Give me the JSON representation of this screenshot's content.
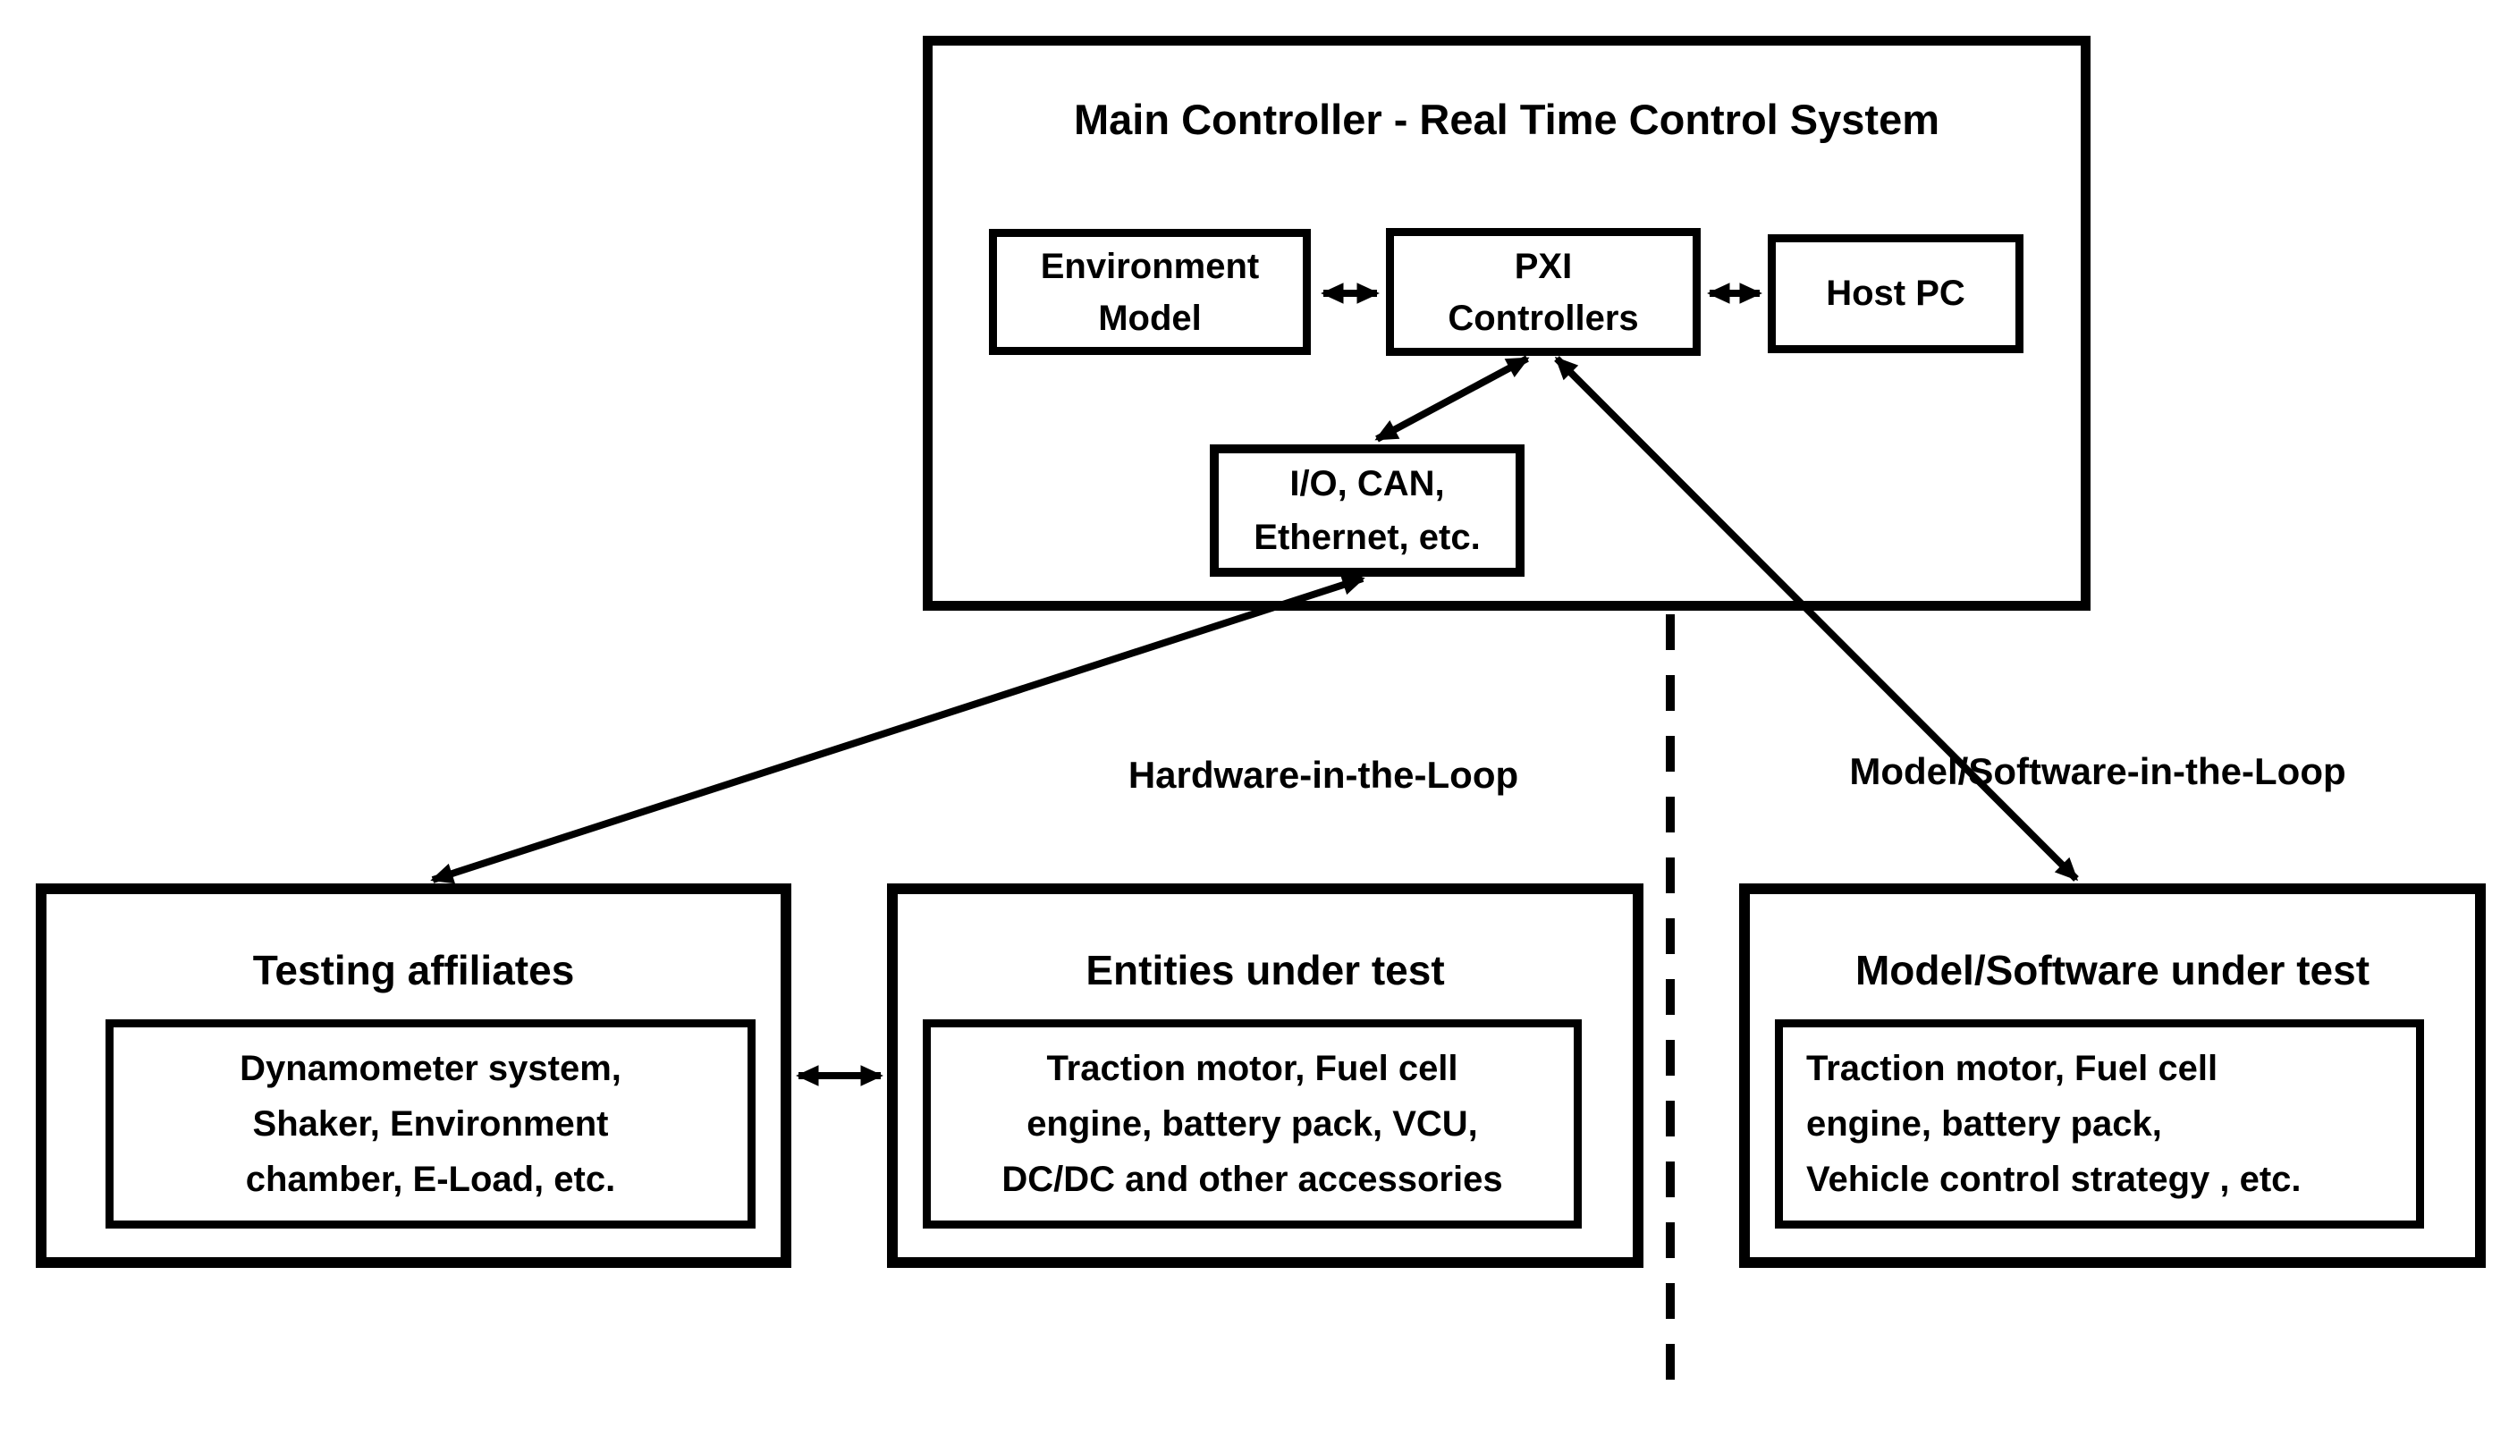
{
  "colors": {
    "line": "#000000",
    "background": "#ffffff"
  },
  "main_controller": {
    "title": "Main Controller - Real Time Control System",
    "environment_model_lines": [
      "Environment",
      "Model"
    ],
    "pxi_controllers_lines": [
      "PXI",
      "Controllers"
    ],
    "host_pc_label": "Host PC",
    "io_interface_lines": [
      "I/O, CAN,",
      "Ethernet, etc."
    ]
  },
  "section_labels": {
    "hardware_in_the_loop": "Hardware-in-the-Loop",
    "model_software_in_the_loop": "Model/Software-in-the-Loop"
  },
  "testing_affiliates": {
    "title": "Testing affiliates",
    "content_lines": [
      "Dynamometer system,",
      "Shaker, Environment",
      "chamber, E-Load, etc."
    ]
  },
  "entities_under_test": {
    "title": "Entities under test",
    "content_lines": [
      "Traction motor, Fuel cell",
      "engine, battery pack, VCU,",
      "DC/DC and other accessories"
    ]
  },
  "model_software_under_test": {
    "title": "Model/Software under test",
    "content_lines": [
      "Traction motor, Fuel cell",
      "engine, battery pack,",
      "Vehicle control strategy , etc."
    ]
  }
}
